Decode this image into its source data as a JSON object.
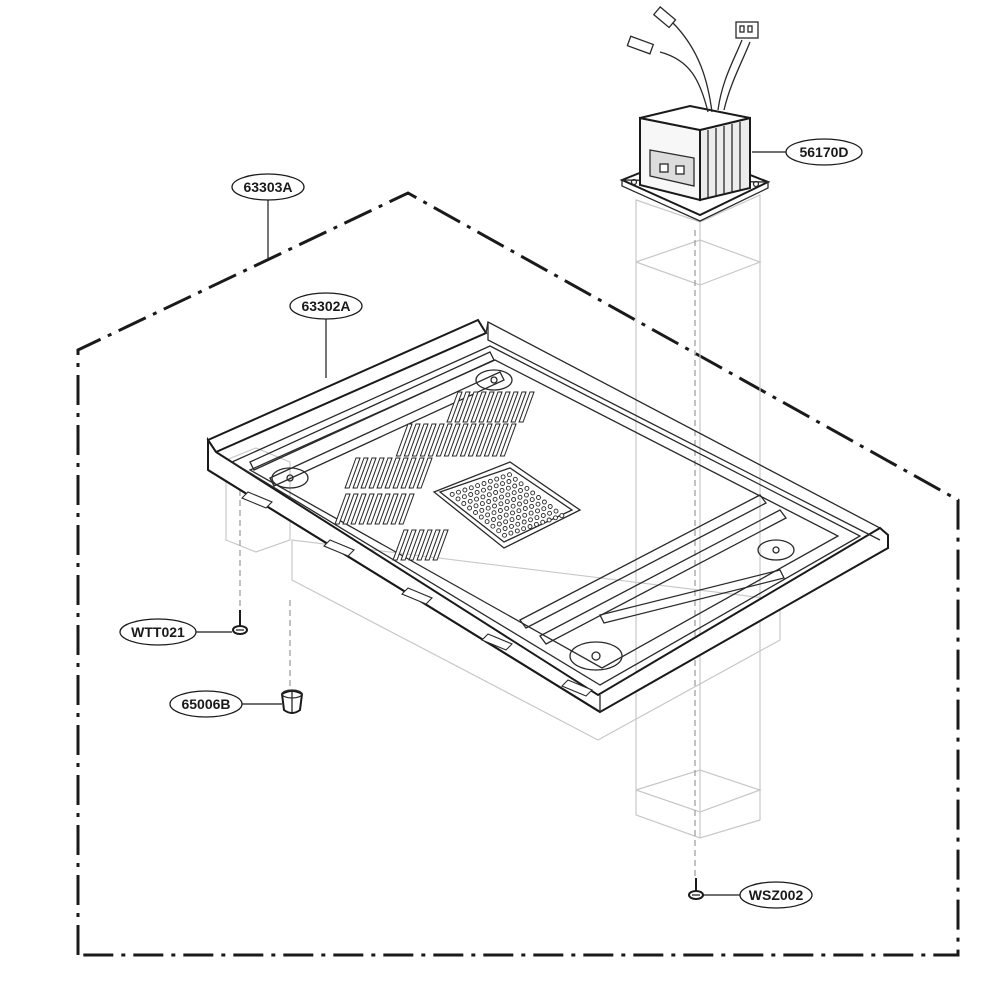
{
  "diagram": {
    "labels": {
      "enclosure": "63303A",
      "base_plate": "63302A",
      "transformer": "56170D",
      "screw_left": "WTT021",
      "foot": "65006B",
      "screw_right": "WSZ002"
    }
  }
}
